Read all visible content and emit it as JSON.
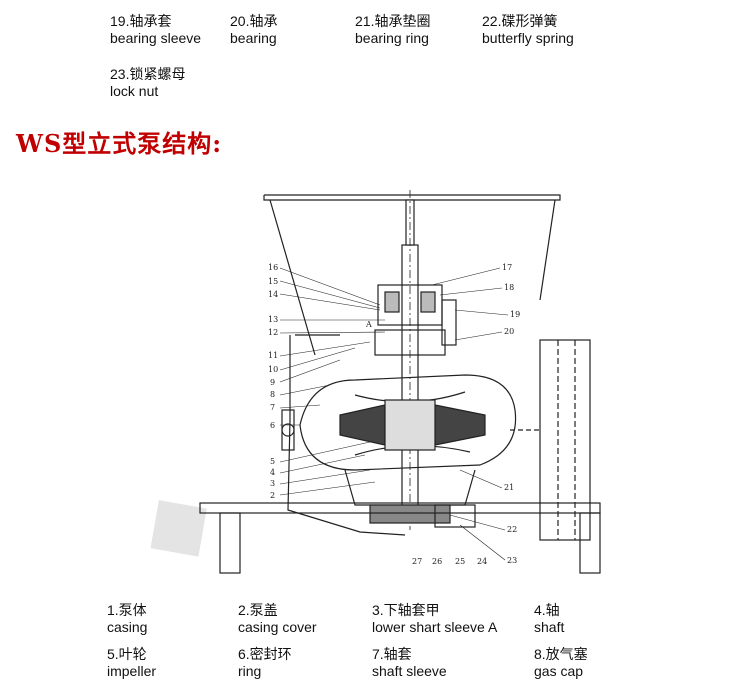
{
  "top_legend": [
    {
      "cn": "19.轴承套",
      "en": "bearing sleeve"
    },
    {
      "cn": "20.轴承",
      "en": "bearing"
    },
    {
      "cn": "21.轴承垫圈",
      "en": "bearing ring"
    },
    {
      "cn": "22.碟形弹簧",
      "en": "butterfly spring"
    },
    {
      "cn": "23.锁紧螺母",
      "en": "lock nut"
    }
  ],
  "section_title": "WS型立式泵结构:",
  "drawing": {
    "callouts_left": [
      "16",
      "15",
      "14",
      "13",
      "12",
      "11",
      "10",
      "9",
      "8",
      "7",
      "6",
      "5",
      "4",
      "3",
      "2"
    ],
    "callouts_right": [
      "17",
      "18",
      "19",
      "20",
      "21",
      "22",
      "23"
    ],
    "callouts_bottom": [
      "27",
      "26",
      "25",
      "24"
    ],
    "inline_label": "A"
  },
  "bottom_legend": [
    {
      "cn": "1.泵体",
      "en": "casing"
    },
    {
      "cn": "2.泵盖",
      "en": "casing cover"
    },
    {
      "cn": "3.下轴套甲",
      "en": "lower shart sleeve A"
    },
    {
      "cn": "4.轴",
      "en": "shaft"
    },
    {
      "cn": "5.叶轮",
      "en": "impeller"
    },
    {
      "cn": "6.密封环",
      "en": "ring"
    },
    {
      "cn": "7.轴套",
      "en": "shaft sleeve"
    },
    {
      "cn": "8.放气塞",
      "en": "gas cap"
    }
  ]
}
